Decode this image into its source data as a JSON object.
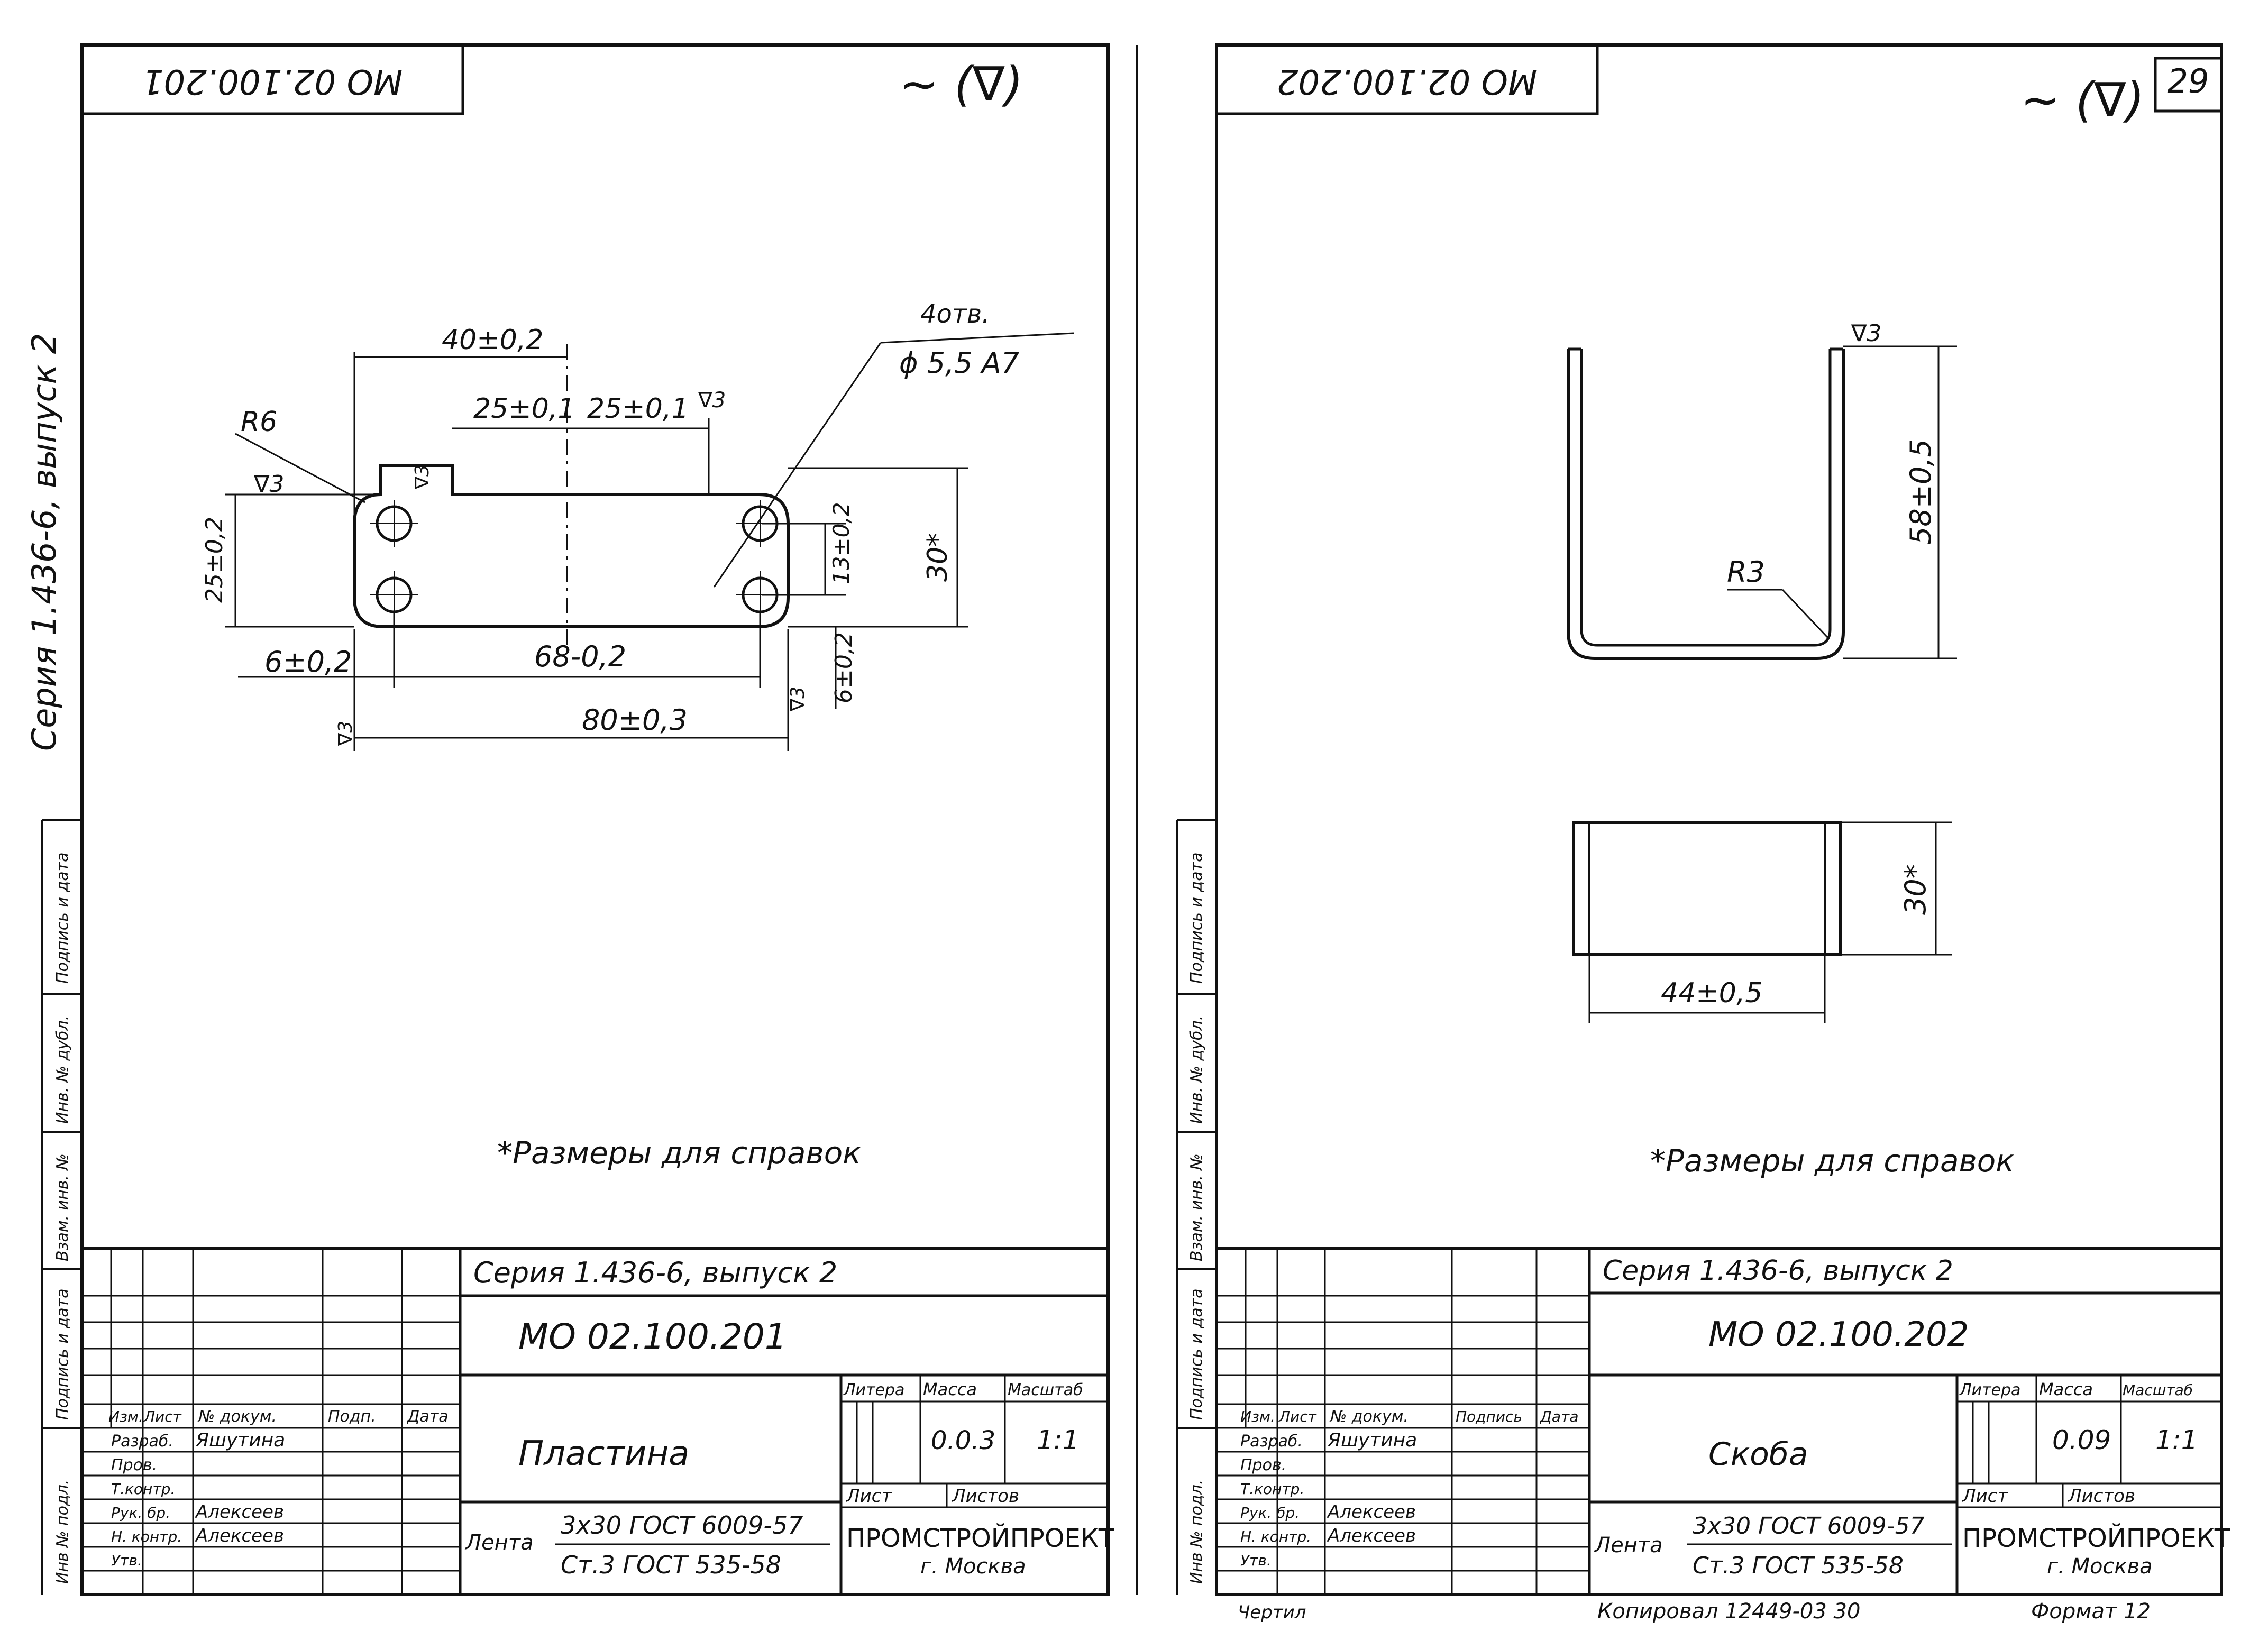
{
  "sheet_number": "29",
  "series_side": "Серия 1.436-6, выпуск 2",
  "left_margin_labels": [
    "Инв № подл.",
    "Подпись и дата",
    "Взам. инв. №",
    "Инв. № дубл.",
    "Подпись и дата"
  ],
  "drawing_left": {
    "corner_code": "МО 02.100.201",
    "roughness": "∼ (∇)",
    "dims": {
      "d40": "40±0,2",
      "d25a": "25±0,1",
      "d25b": "25±0,1",
      "r6": "R6",
      "holes1": "4отв.",
      "holes2": "ϕ 5,5 A7",
      "d25v": "25±0,2",
      "d13": "13±0,2",
      "d30": "30*",
      "d6a": "6±0,2",
      "d68": "68-0,2",
      "d80": "80±0,3",
      "d6v": "6±0,2",
      "tri": "∇3"
    },
    "note": "*Размеры для справок",
    "title_block": {
      "series": "Серия 1.436-6, выпуск 2",
      "code": "МО 02.100.201",
      "name": "Пластина",
      "lit": "Литера",
      "mass_h": "Масса",
      "scale_h": "Масштаб",
      "mass": "0.0.3",
      "scale": "1:1",
      "list": "Лист",
      "lists": "Листов",
      "org": "ПРОМСТРОЙПРОЕКТ",
      "city": "г. Москва",
      "mat_word": "Лента",
      "mat_top": "3х30 ГОСТ 6009-57",
      "mat_bot": "Ст.3 ГОСТ 535-58",
      "rev_headers": [
        "Изм.",
        "Лист",
        "№ докум.",
        "Подп.",
        "Дата"
      ],
      "roles": [
        "Разраб.",
        "Пров.",
        "Т.контр.",
        "Рук. бр.",
        "Н. контр.",
        "Утв."
      ],
      "names": [
        "Яшутина",
        "",
        "",
        "Алексеев",
        "Алексеев",
        ""
      ]
    }
  },
  "drawing_right": {
    "corner_code": "МО 02.100.202",
    "roughness": "∼ (∇)",
    "dims": {
      "d58": "58±0,5",
      "r3": "R3",
      "d30": "30*",
      "d44": "44±0,5",
      "tri": "∇3"
    },
    "note": "*Размеры для справок",
    "title_block": {
      "series": "Серия 1.436-6, выпуск 2",
      "code": "МО 02.100.202",
      "name": "Скоба",
      "lit": "Литера",
      "mass_h": "Масса",
      "scale_h": "Масштаб",
      "mass": "0.09",
      "scale": "1:1",
      "list": "Лист",
      "lists": "Листов",
      "org": "ПРОМСТРОЙПРОЕКТ",
      "city": "г. Москва",
      "mat_word": "Лента",
      "mat_top": "3х30 ГОСТ 6009-57",
      "mat_bot": "Ст.3 ГОСТ 535-58",
      "rev_headers": [
        "Изм.",
        "Лист",
        "№ докум.",
        "Подпись",
        "Дата"
      ],
      "roles": [
        "Разраб.",
        "Пров.",
        "Т.контр.",
        "Рук. бр.",
        "Н. контр.",
        "Утв."
      ],
      "names": [
        "Яшутина",
        "",
        "",
        "Алексеев",
        "Алексеев",
        ""
      ]
    }
  },
  "footer": {
    "drew": "Чертил",
    "copied": "Копировал 12449-03 30",
    "format": "Формат 12"
  }
}
